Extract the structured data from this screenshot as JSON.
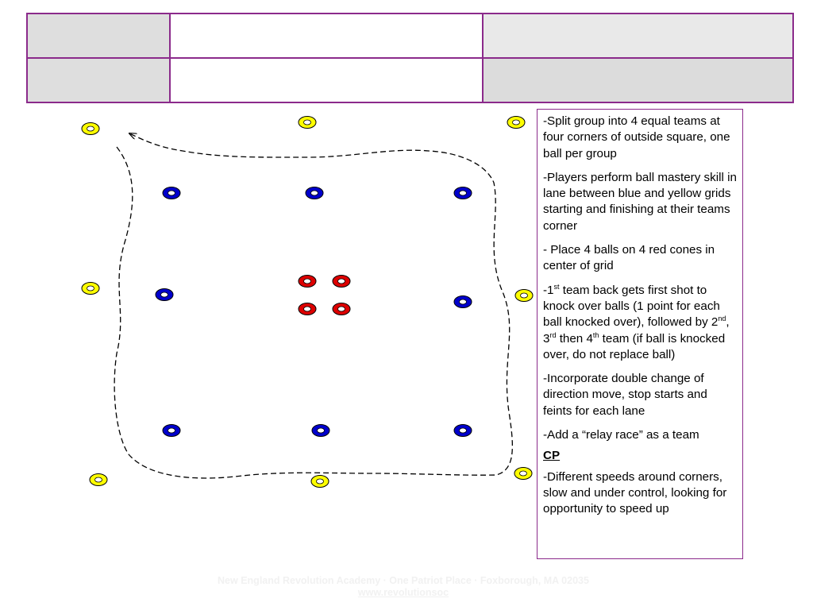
{
  "instructions": {
    "steps": [
      "-Split group into 4 equal teams at four corners of outside square, one ball per group",
      "-Players perform ball mastery skill in lane between blue and yellow grids starting and finishing at their teams corner",
      "- Place 4 balls on 4 red cones in center of grid",
      "team back gets first shot to knock over balls (1 point for each ball knocked over), followed by",
      "team (if ball is knocked over, do not replace ball)",
      "-Incorporate double change of direction move, stop starts and feints for each lane",
      "-Add a “relay race” as a team",
      "-Different speeds around corners, slow and under control, looking for opportunity to speed up"
    ],
    "ordinal_1": "-1",
    "ordinal_2": "2",
    "ordinal_3": "3",
    "ordinal_4": "4",
    "sup_st": "st",
    "sup_nd": "nd",
    "sup_rd": "rd",
    "sup_th": "th",
    "then_text": " then ",
    "comma": ", ",
    "cp_heading": "CP"
  },
  "footer": {
    "address": "New England Revolution Academy · One Patriot Place · Foxborough, MA 02035",
    "website": "www.revolutionsoc"
  },
  "diagram": {
    "colors": {
      "yellow_cone": "#ffff00",
      "blue_cone": "#0000cc",
      "red_cone": "#dd0000",
      "outline": "#000000",
      "path": "#000000"
    }
  }
}
